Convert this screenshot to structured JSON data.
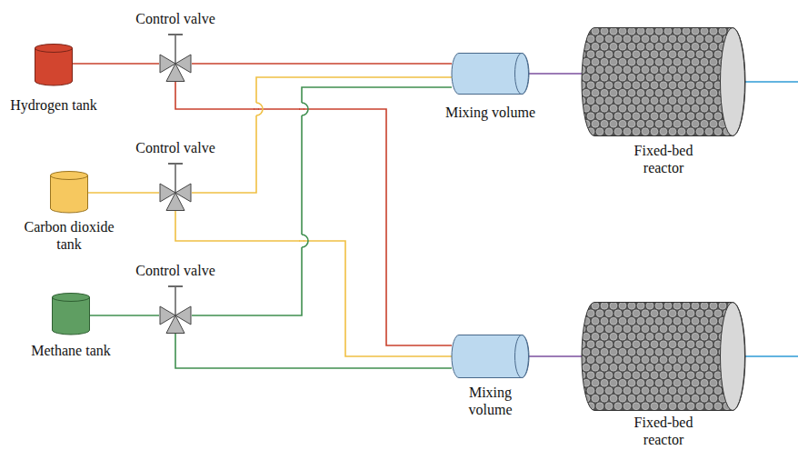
{
  "diagram": {
    "nodes": [
      {
        "text": [
          "Hydrogen tank"
        ]
      },
      {
        "text": [
          "Control valve"
        ]
      },
      {
        "text": [
          "Carbon dioxide tank"
        ]
      },
      {
        "text": [
          "Control valve"
        ]
      },
      {
        "text": [
          "Methane tank"
        ]
      },
      {
        "text": [
          "Control valve"
        ]
      },
      {
        "text": [
          "Mixing volume"
        ]
      },
      {
        "text": [
          "Fixed-bed reactor"
        ]
      },
      {
        "text": [
          "Mixing volume"
        ]
      },
      {
        "text": [
          "Fixed-bed reactor"
        ]
      }
    ],
    "edges": [
      {
        "from": 0,
        "to": 1,
        "arrow": "none"
      },
      {
        "from": 1,
        "to": 6,
        "arrow": "none"
      },
      {
        "from": 1,
        "to": 8,
        "arrow": "none"
      },
      {
        "from": 2,
        "to": 3,
        "arrow": "none"
      },
      {
        "from": 3,
        "to": 6,
        "arrow": "none"
      },
      {
        "from": 3,
        "to": 8,
        "arrow": "none"
      },
      {
        "from": 4,
        "to": 5,
        "arrow": "none"
      },
      {
        "from": 5,
        "to": 6,
        "arrow": "none"
      },
      {
        "from": 5,
        "to": 8,
        "arrow": "none"
      },
      {
        "from": 6,
        "to": 7,
        "arrow": "none"
      },
      {
        "from": 8,
        "to": 9,
        "arrow": "none"
      }
    ]
  }
}
